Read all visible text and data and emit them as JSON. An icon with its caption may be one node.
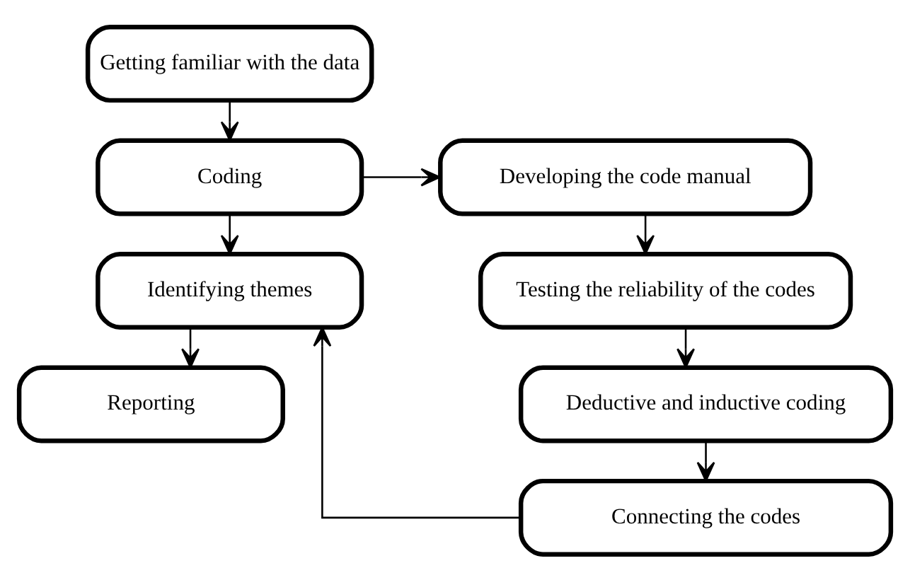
{
  "diagram": {
    "nodes": [
      {
        "text": [
          "Getting familiar with the data"
        ]
      },
      {
        "text": [
          "Coding"
        ]
      },
      {
        "text": [
          "Identifying themes"
        ]
      },
      {
        "text": [
          "Reporting"
        ]
      },
      {
        "text": [
          "Developing the code manual"
        ]
      },
      {
        "text": [
          "Testing the reliability of the codes"
        ]
      },
      {
        "text": [
          "Deductive and inductive coding"
        ]
      },
      {
        "text": [
          "Connecting the codes"
        ]
      }
    ],
    "edges": [
      {
        "from": 0,
        "to": 1,
        "arrow": "to"
      },
      {
        "from": 1,
        "to": 2,
        "arrow": "to"
      },
      {
        "from": 2,
        "to": 3,
        "arrow": "to"
      },
      {
        "from": 1,
        "to": 4,
        "arrow": "to"
      },
      {
        "from": 4,
        "to": 5,
        "arrow": "to"
      },
      {
        "from": 5,
        "to": 6,
        "arrow": "to"
      },
      {
        "from": 6,
        "to": 7,
        "arrow": "to"
      },
      {
        "from": 7,
        "to": 2,
        "arrow": "to"
      }
    ]
  }
}
